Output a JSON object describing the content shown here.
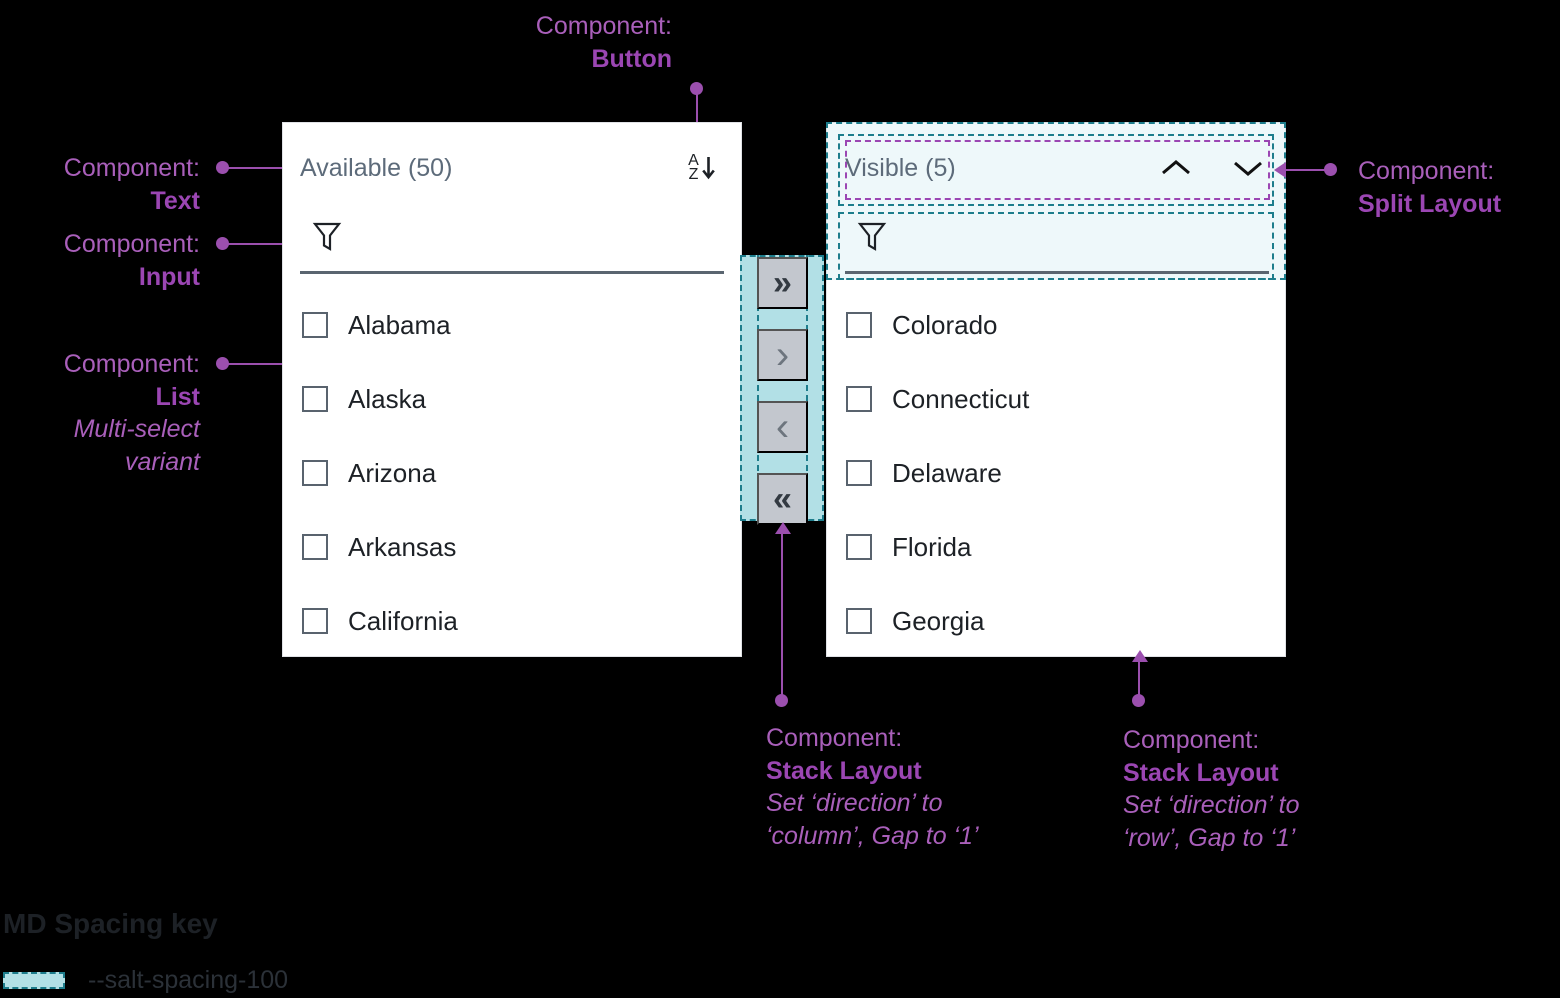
{
  "available_panel": {
    "title": "Available (50)",
    "sort_icon": "sort-az-icon",
    "sort_icon_text_top": "A",
    "sort_icon_text_bottom": "Z",
    "filter_icon": "filter-funnel-icon",
    "filter_value": "",
    "filter_placeholder": "",
    "items": [
      {
        "label": "Alabama",
        "checked": false
      },
      {
        "label": "Alaska",
        "checked": false
      },
      {
        "label": "Arizona",
        "checked": false
      },
      {
        "label": "Arkansas",
        "checked": false
      },
      {
        "label": "California",
        "checked": false
      }
    ]
  },
  "visible_panel": {
    "title": "Visible (5)",
    "move_up_icon": "chevron-up-icon",
    "move_down_icon": "chevron-down-icon",
    "filter_icon": "filter-funnel-icon",
    "filter_value": "",
    "filter_placeholder": "",
    "items": [
      {
        "label": "Colorado",
        "checked": false
      },
      {
        "label": "Connecticut",
        "checked": false
      },
      {
        "label": "Delaware",
        "checked": false
      },
      {
        "label": "Florida",
        "checked": false
      },
      {
        "label": "Georgia",
        "checked": false
      }
    ]
  },
  "transfer_buttons": [
    {
      "name": "move-all-right-button",
      "glyph": "»"
    },
    {
      "name": "move-right-button",
      "glyph": "›"
    },
    {
      "name": "move-left-button",
      "glyph": "‹"
    },
    {
      "name": "move-all-left-button",
      "glyph": "«"
    }
  ],
  "annotations": {
    "button": {
      "label": "Component:",
      "name": "Button"
    },
    "text": {
      "label": "Component:",
      "name": "Text"
    },
    "input": {
      "label": "Component:",
      "name": "Input"
    },
    "list": {
      "label": "Component:",
      "name": "List",
      "sub": "Multi-select\nvariant",
      "sub_line1": "Multi-select",
      "sub_line2": "variant"
    },
    "split_layout": {
      "label": "Component:",
      "name": "Split Layout"
    },
    "stack_column": {
      "label": "Component:",
      "name": "Stack Layout",
      "sub_line1": "Set ‘direction’ to",
      "sub_line2": "‘column’, Gap to ‘1’"
    },
    "stack_row": {
      "label": "Component:",
      "name": "Stack Layout",
      "sub_line1": "Set ‘direction’ to",
      "sub_line2": "‘row’, Gap to ‘1’"
    }
  },
  "spacing_key": {
    "title": "MD Spacing key",
    "token": "--salt-spacing-100"
  },
  "colors": {
    "annotation_purple": "#9b46b3",
    "annotation_purple_light": "#a95fba",
    "spacing_teal": "#1d7d8c",
    "spacing_fill": "#b2e0e6",
    "button_gray": "#c3c7ce",
    "panel_bg": "#ffffff",
    "text_dark": "#1d2126",
    "title_gray": "#5d6b7a"
  }
}
